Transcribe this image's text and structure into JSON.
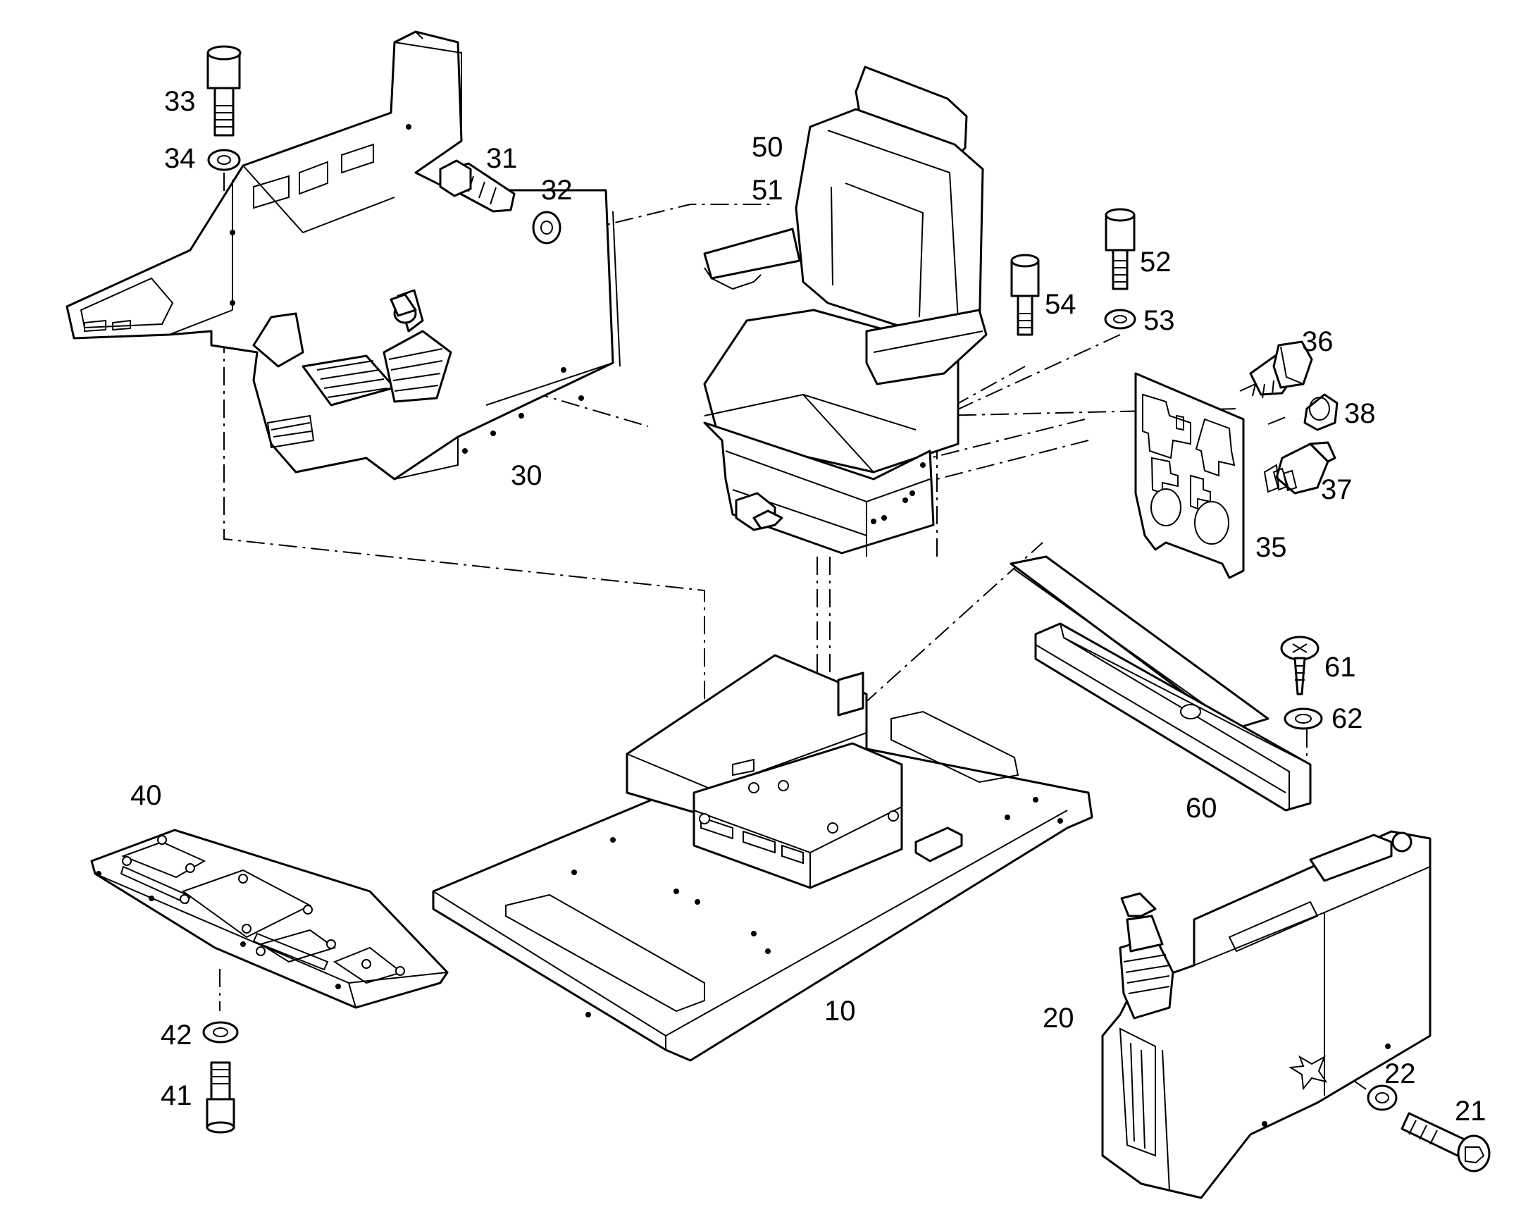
{
  "colors": {
    "line": "#000000",
    "background": "#ffffff"
  },
  "callouts": {
    "p10": "10",
    "p20": "20",
    "p21": "21",
    "p22": "22",
    "p30": "30",
    "p31": "31",
    "p32": "32",
    "p33": "33",
    "p34": "34",
    "p35": "35",
    "p36": "36",
    "p37": "37",
    "p38": "38",
    "p40": "40",
    "p41": "41",
    "p42": "42",
    "p50": "50",
    "p51": "51",
    "p52": "52",
    "p53": "53",
    "p54": "54",
    "p60": "60",
    "p61": "61",
    "p62": "62"
  }
}
